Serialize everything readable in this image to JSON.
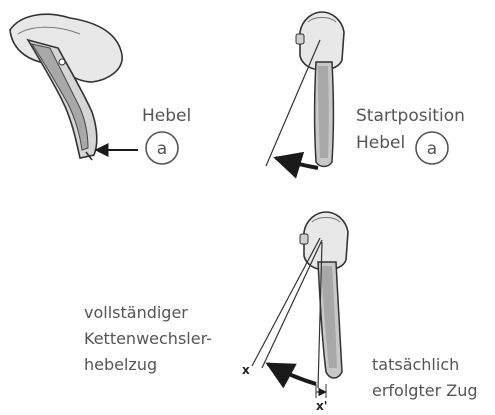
{
  "colors": {
    "lever_fill": "#d6d6d6",
    "lever_dark": "#a8a8a8",
    "outline": "#333333",
    "label_text": "#555555",
    "arrow": "#1a1a1a"
  },
  "panel_a": {
    "label": "Hebel",
    "marker": "a"
  },
  "panel_b": {
    "label_line1": "Startposition",
    "label_line2": "Hebel",
    "marker": "a"
  },
  "panel_c": {
    "full_pull_line1": "vollständiger",
    "full_pull_line2": "Kettenwechsler-",
    "full_pull_line3": "hebelzug",
    "actual_pull_line1": "tatsächlich",
    "actual_pull_line2": "erfolgter Zug",
    "mark_x": "x",
    "mark_x_prime": "x'"
  }
}
